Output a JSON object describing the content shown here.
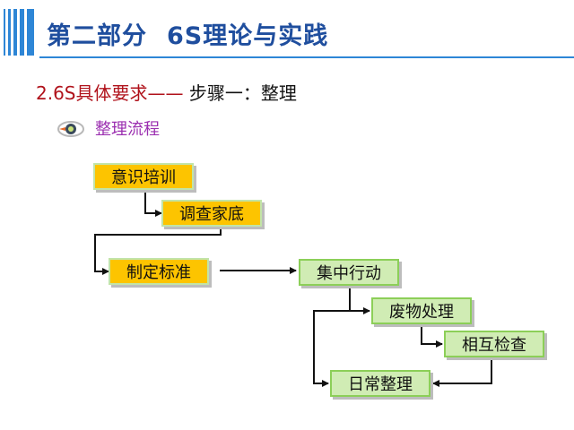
{
  "header": {
    "title_part": "第二部分",
    "title_topic": "6S理论与实践"
  },
  "section": {
    "number": "2.6S具体要求——",
    "heading": "步骤一：整理"
  },
  "subheading": {
    "icon": "eye-icon",
    "text": "整理流程"
  },
  "flow": {
    "steps": [
      "意识培训",
      "调查家底",
      "制定标准",
      "集中行动",
      "废物处理",
      "相互检查",
      "日常整理"
    ]
  },
  "colors": {
    "accent_blue": "#2e86d6",
    "title_blue": "#1f4e9e",
    "section_red": "#b0121b",
    "subtitle_purple": "#9b2fb0",
    "box_yellow": "#fdc400",
    "box_green": "#d0ecb4",
    "box_green_border": "#8ccf58"
  }
}
